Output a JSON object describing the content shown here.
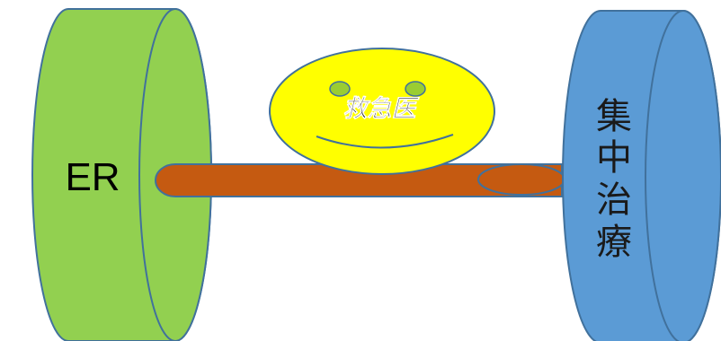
{
  "labels": {
    "left_cylinder": "ER",
    "smiley": "救急医",
    "right_cylinder_chars": [
      "集",
      "中",
      "治",
      "療"
    ]
  },
  "colors": {
    "left_cylinder": "#92d050",
    "right_cylinder": "#5b9bd5",
    "bar": "#c55a11",
    "smiley_face": "#ffff00",
    "smiley_eyes": "#9acd32",
    "outline": "#41719c"
  }
}
